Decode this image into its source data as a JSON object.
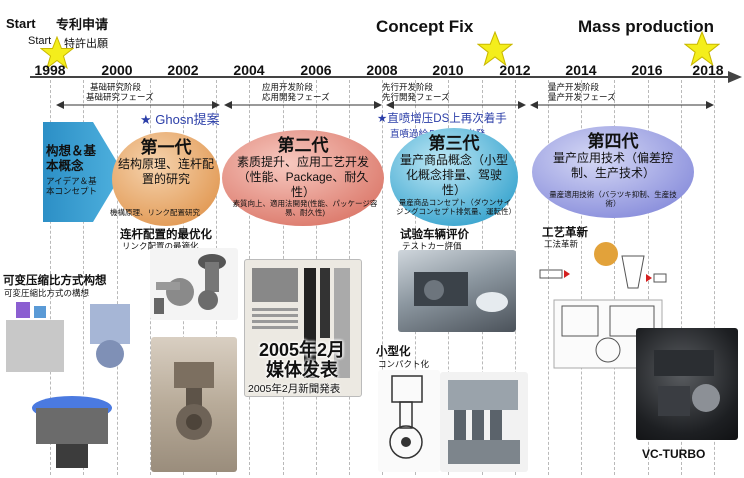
{
  "milestones": {
    "start": "Start",
    "patent_cn": "专利申请",
    "patent_jp": "特許出願",
    "start_jp": "Start",
    "concept_fix": "Concept Fix",
    "mass_production": "Mass production"
  },
  "years": [
    "1998",
    "2000",
    "2002",
    "2004",
    "2006",
    "2008",
    "2010",
    "2012",
    "2014",
    "2016",
    "2018"
  ],
  "phases": {
    "basic_cn": "基础研究阶段",
    "basic_jp": "基础研究フェーズ",
    "app_cn": "应用开发阶段",
    "app_jp": "応用開発フェーズ",
    "adv_cn": "先行开发阶段",
    "adv_jp": "先行開発フェーズ",
    "mass_cn": "量产开发阶段",
    "mass_jp": "量产开发フェーズ"
  },
  "notes": {
    "ghosn": "★ Ghosn提案",
    "restart": "★直喷增压DS上再次着手",
    "restart_jp": "直噴過給ＤＳで再出発"
  },
  "concept": {
    "cn": "构想＆基本概念",
    "jp": "アイデア＆基本コンセプト"
  },
  "generations": [
    {
      "title": "第一代",
      "body": "结构原理、连杆配置的研究",
      "jp": "機構原理、リンク配置研究"
    },
    {
      "title": "第二代",
      "body": "素质提升、应用工艺开发（性能、Package、耐久性）",
      "jp": "素質向上、適用法開発(性能、パッケージ容易、耐久性)"
    },
    {
      "title": "第三代",
      "body": "量产商品概念（小型化概念排量、驾驶性）",
      "jp": "量産商品コンセプト（ダウンサイジングコンセプト排気量、運転性）"
    },
    {
      "title": "第四代",
      "body": "量产应用技术（偏差控制、生产技术）",
      "jp": "量産適用技術（バラツキ抑制、生産技術）"
    }
  ],
  "captions": {
    "linkage_cn": "连杆配置的最优化",
    "linkage_jp": "リンク配置の最適化",
    "vcr_cn": "可变压缩比方式构想",
    "vcr_jp": "可変圧縮比方式の構想",
    "media_cn": "2005年2月媒体发表",
    "media_jp": "2005年2月新聞発表",
    "test_cn": "试验车辆评价",
    "test_jp": "テストカー評価",
    "compact_cn": "小型化",
    "compact_jp": "コンパクト化",
    "process_cn": "工艺革新",
    "process_jp": "工法革新",
    "vcturbo": "VC-TURBO"
  }
}
